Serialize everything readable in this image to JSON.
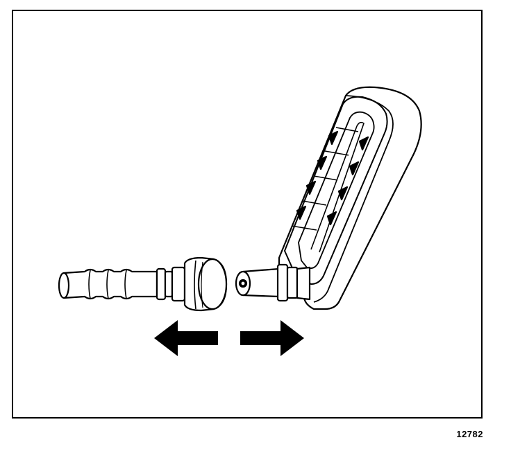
{
  "figure": {
    "number": "12782"
  },
  "parts": {
    "hose_line": "fuel-line",
    "quick_connector": "quick-connect-fitting",
    "release_tool": "disconnect-tool",
    "arrows": [
      "arrow-left-icon",
      "arrow-right-icon"
    ]
  },
  "colors": {
    "line": "#000000",
    "fill": "#ffffff"
  }
}
